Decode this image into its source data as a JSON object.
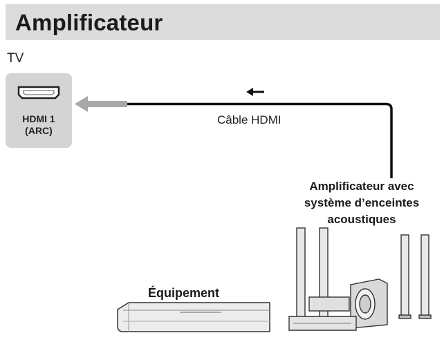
{
  "header": {
    "title": "Amplificateur"
  },
  "tv": {
    "label": "TV",
    "port_line1": "HDMI 1",
    "port_line2": "(ARC)"
  },
  "cable": {
    "label": "Câble HDMI"
  },
  "amplifier": {
    "line1": "Amplificateur avec",
    "line2": "système d’enceintes",
    "line3": "acoustiques"
  },
  "equipment": {
    "label": "Équipement"
  },
  "colors": {
    "title_bg": "#dcdcdc",
    "port_bg": "#d4d4d4",
    "cable": "#111111",
    "arrow_gray": "#a8a8a8",
    "device_body": "#e8e8e8",
    "device_dark": "#555555"
  }
}
